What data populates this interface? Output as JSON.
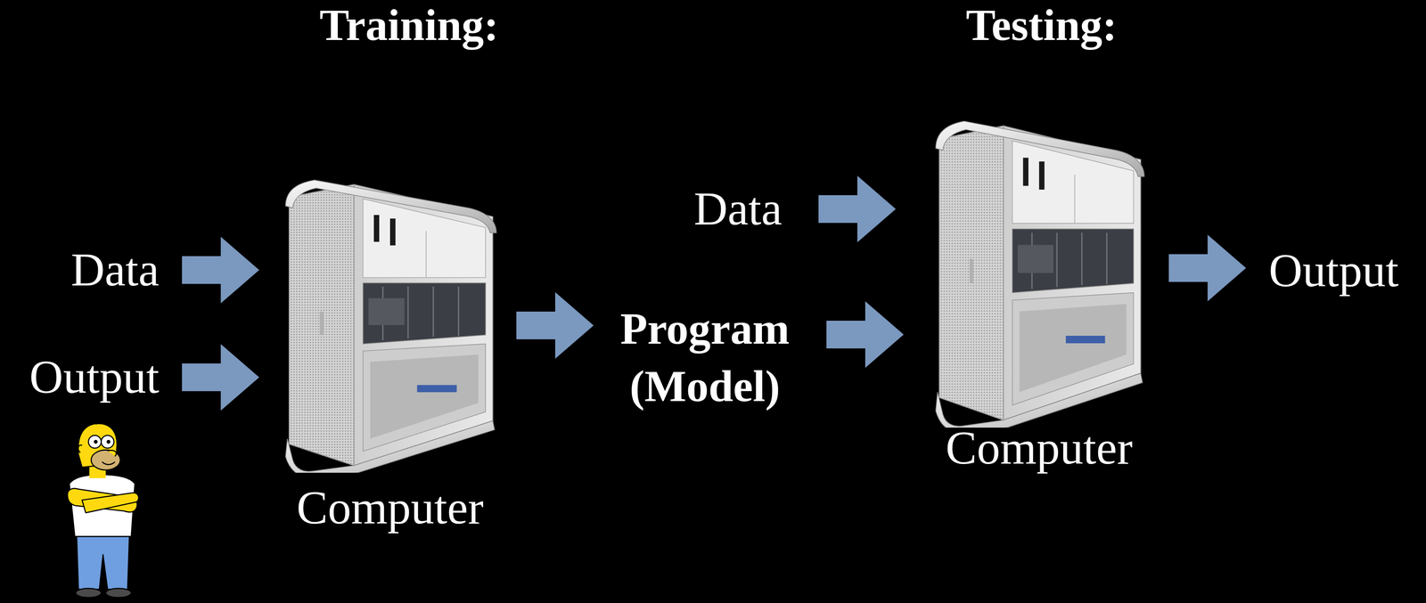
{
  "diagram": {
    "nodes": [
      {
        "text": [
          "Data"
        ]
      },
      {
        "text": [
          "Output"
        ]
      },
      {
        "text": [
          "Computer"
        ]
      },
      {
        "text": [
          "Program (Model)"
        ]
      },
      {
        "text": [
          "Data"
        ]
      },
      {
        "text": [
          "Computer"
        ]
      },
      {
        "text": [
          "Output"
        ]
      }
    ],
    "edges": [
      {
        "from": 0,
        "to": 2,
        "arrow": "to"
      },
      {
        "from": 1,
        "to": 2,
        "arrow": "to"
      },
      {
        "from": 2,
        "to": 3,
        "arrow": "to"
      },
      {
        "from": 4,
        "to": 5,
        "arrow": "to"
      },
      {
        "from": 3,
        "to": 5,
        "arrow": "to"
      },
      {
        "from": 5,
        "to": 6,
        "arrow": "to"
      }
    ],
    "labels": [
      "Training:",
      "Testing:"
    ]
  }
}
